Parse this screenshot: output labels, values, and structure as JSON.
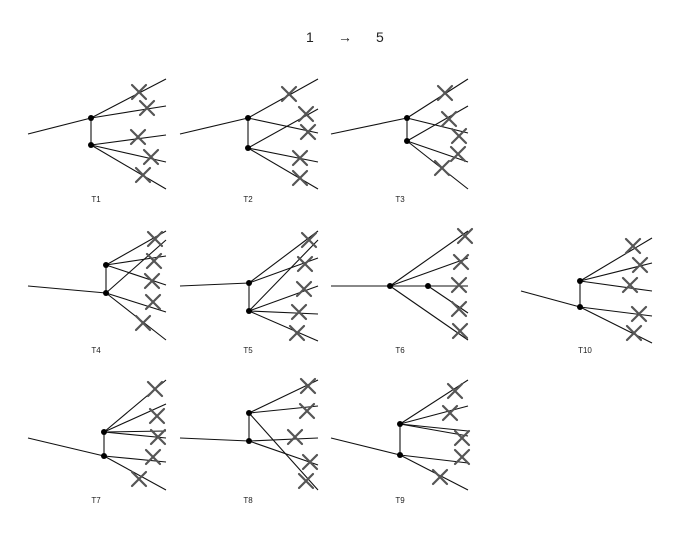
{
  "header": {
    "from": "1",
    "arrow": "→",
    "to": "5"
  },
  "diagrams": [
    {
      "label": "T1"
    },
    {
      "label": "T2"
    },
    {
      "label": "T3"
    },
    {
      "label": "T4"
    },
    {
      "label": "T5"
    },
    {
      "label": "T6"
    },
    {
      "label": "T10"
    },
    {
      "label": "T7"
    },
    {
      "label": "T8"
    },
    {
      "label": "T9"
    }
  ]
}
